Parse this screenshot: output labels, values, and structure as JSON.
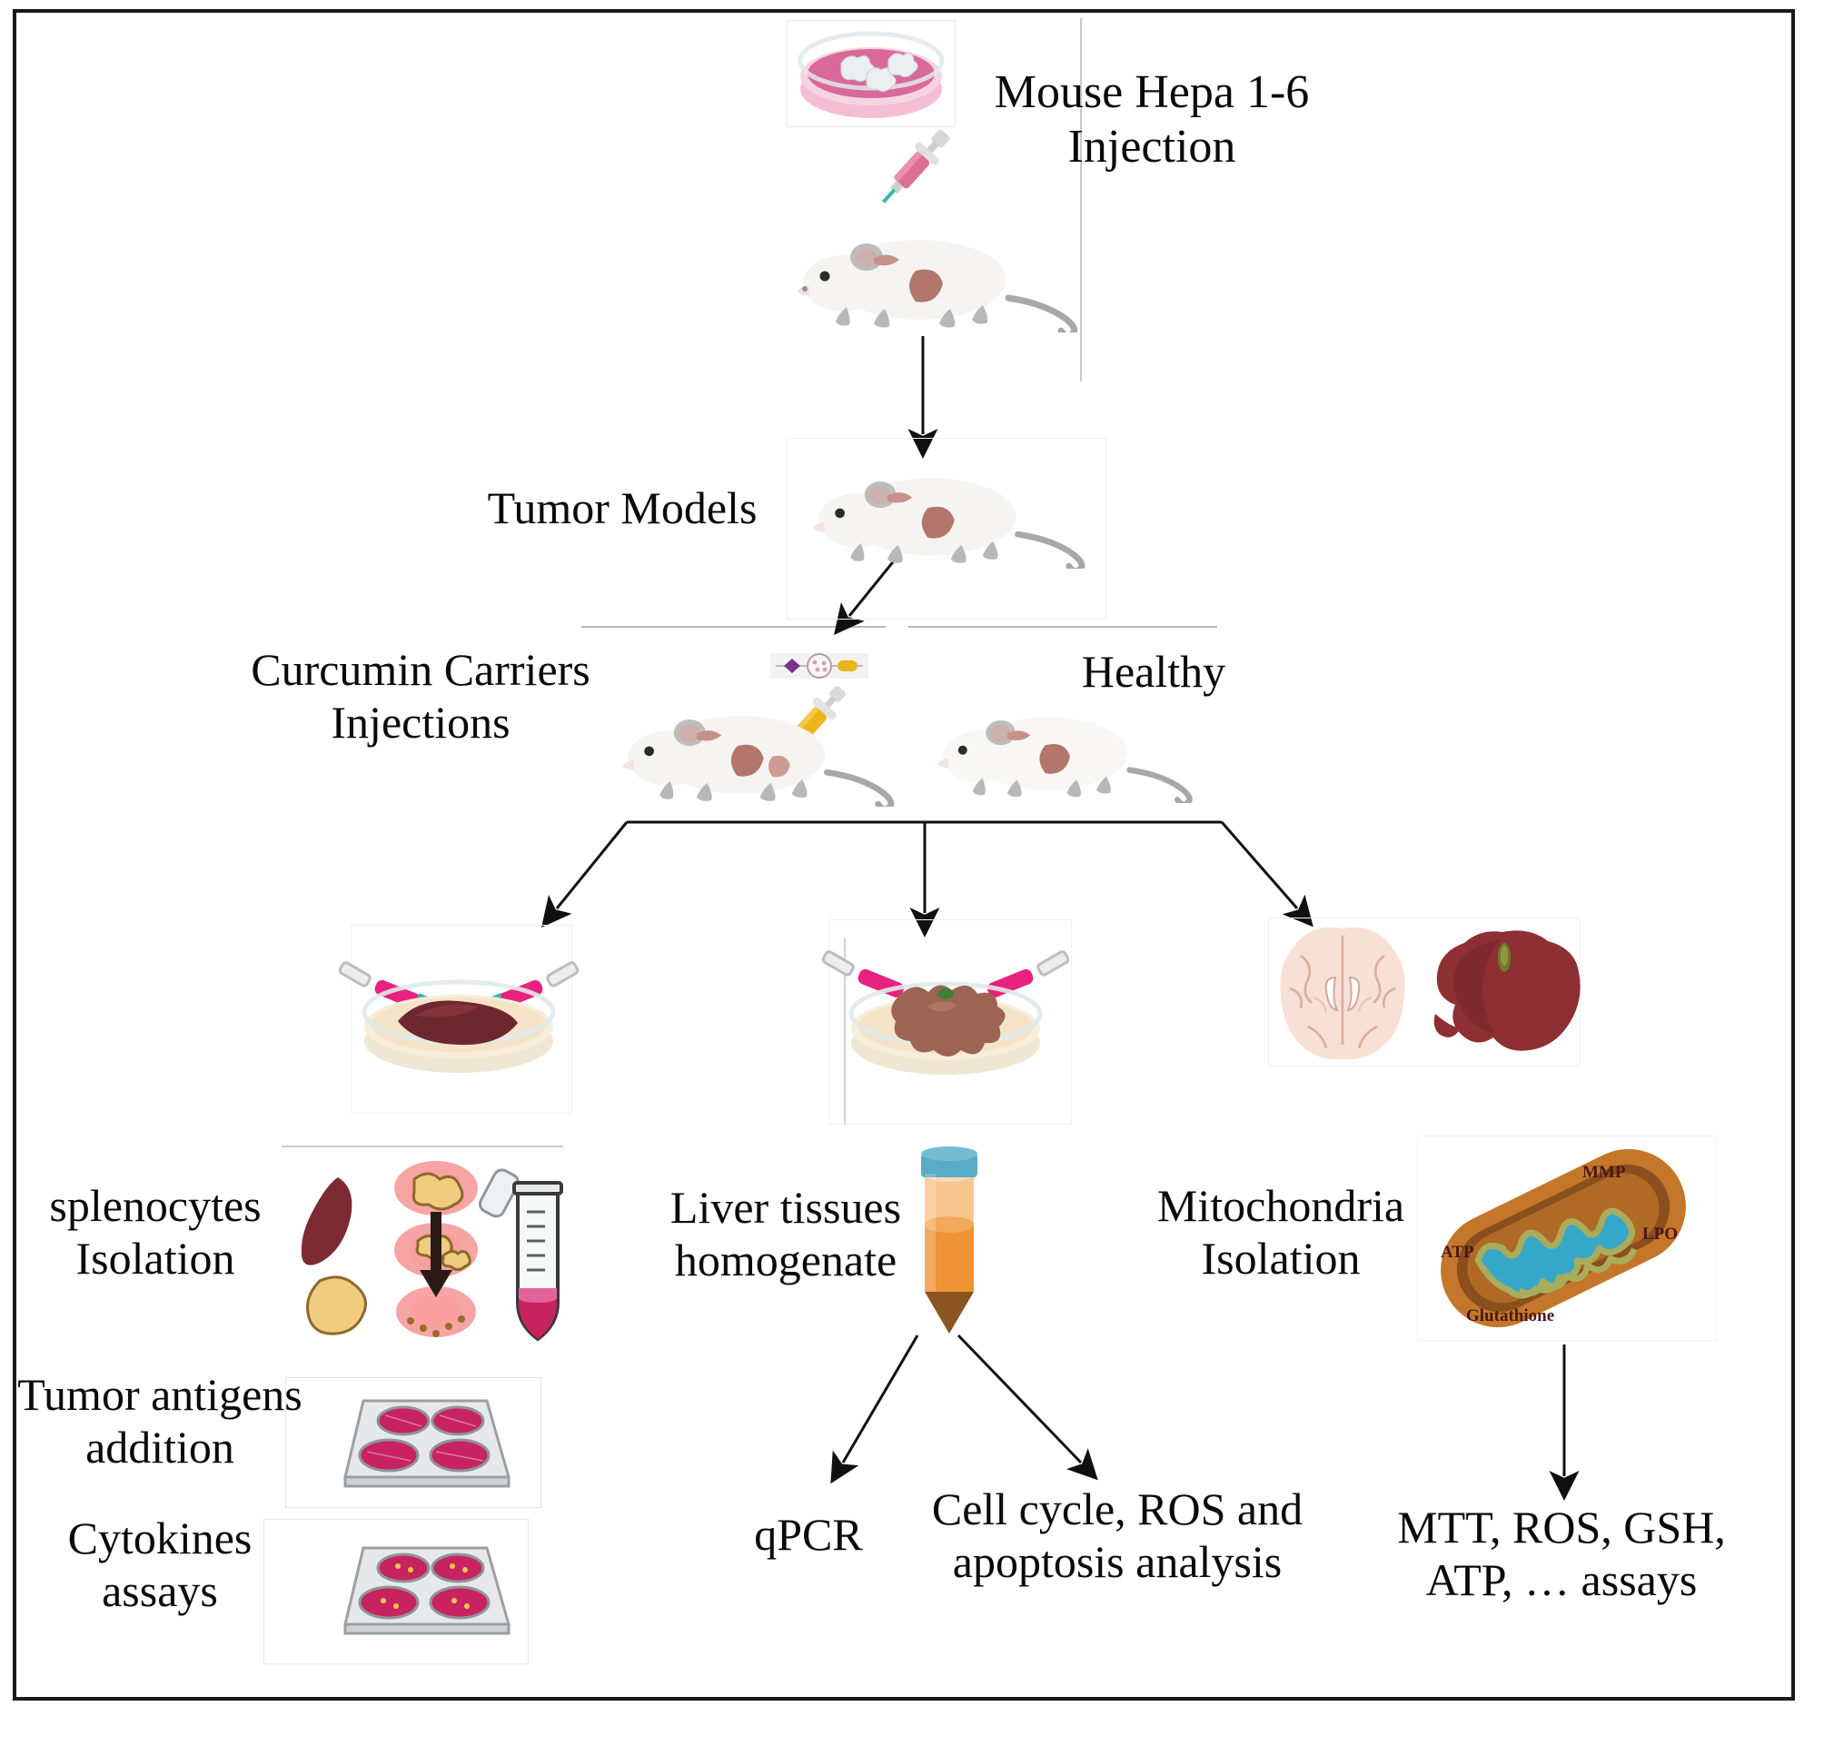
{
  "figure": {
    "kind": "experimental-workflow-diagram",
    "border_color": "#1a1a1a",
    "text_color": "#0a0a0a",
    "background": "#ffffff"
  },
  "labels": {
    "mouse_injection": "Mouse  Hepa 1-6\nInjection",
    "tumor_models": "Tumor Models",
    "curcumin_injections": "Curcumin Carriers\nInjections",
    "healthy": "Healthy",
    "splenocytes_isolation": "splenocytes\nIsolation",
    "liver_homogenate": "Liver tissues\nhomogenate",
    "mitochondria_isolation": "Mitochondria\nIsolation",
    "tumor_antigens": "Tumor antigens\naddition",
    "cytokines_assays": "Cytokines\nassays",
    "qpcr": "qPCR",
    "cellcycle": "Cell cycle, ROS and\napoptosis analysis",
    "mito_assays": "MTT, ROS, GSH,\nATP, … assays"
  },
  "mitochondrion_labels": {
    "mmp": "MMP",
    "lpo": "LPO",
    "atp": "ATP",
    "glutathione": "Glutathione"
  },
  "icons": {
    "petri_dish_cells": "petri-dish-with-cell-colonies-icon",
    "syringe_pink": "pink-syringe-icon",
    "syringe_yellow": "yellow-syringe-icon",
    "mouse_tumor": "tumor-bearing-mouse-icon",
    "mouse_healthy": "healthy-mouse-icon",
    "carrier_nanoparticle": "curcumin-nanocarrier-icon",
    "spleen_dish": "spleen-in-petri-dish-icon",
    "liver_dish": "liver-in-petri-dish-icon",
    "brain": "brain-coronal-section-icon",
    "liver_organ": "liver-organ-icon",
    "spleen": "spleen-icon",
    "tissue_dissociation": "tissue-dissociation-icon",
    "centrifuge_tube_pink": "centrifuge-tube-pink-icon",
    "homogenate_tube": "homogenate-tube-icon",
    "mitochondrion": "mitochondrion-icon",
    "well_plate": "four-well-plate-icon"
  },
  "colors": {
    "dish_medium_pink": "#d9699a",
    "dish_rim_pink": "#f3bed3",
    "dish_medium_cream": "#f5e3c8",
    "syringe_pink": "#e8227e",
    "syringe_yellow": "#f0b71c",
    "spleen_red": "#7c2b33",
    "liver_brown": "#9d6353",
    "liver_dark_red": "#8e2f34",
    "brain_pink": "#f6ddd3",
    "tube_cap_blue": "#5aabc6",
    "tube_orange": "#ee9336",
    "tube_pellet": "#8b5420",
    "mito_outer": "#c4772a",
    "mito_cristae": "#35a8c9",
    "mito_cristae_edge": "#a8ac5b",
    "well_magenta": "#c72361",
    "arrow_black": "#101010",
    "mouse_body": "#f4f2f0",
    "mouse_patch": "#b98179",
    "mouse_tail": "#a8a8a8",
    "carrier_purple": "#7b2f8e"
  }
}
